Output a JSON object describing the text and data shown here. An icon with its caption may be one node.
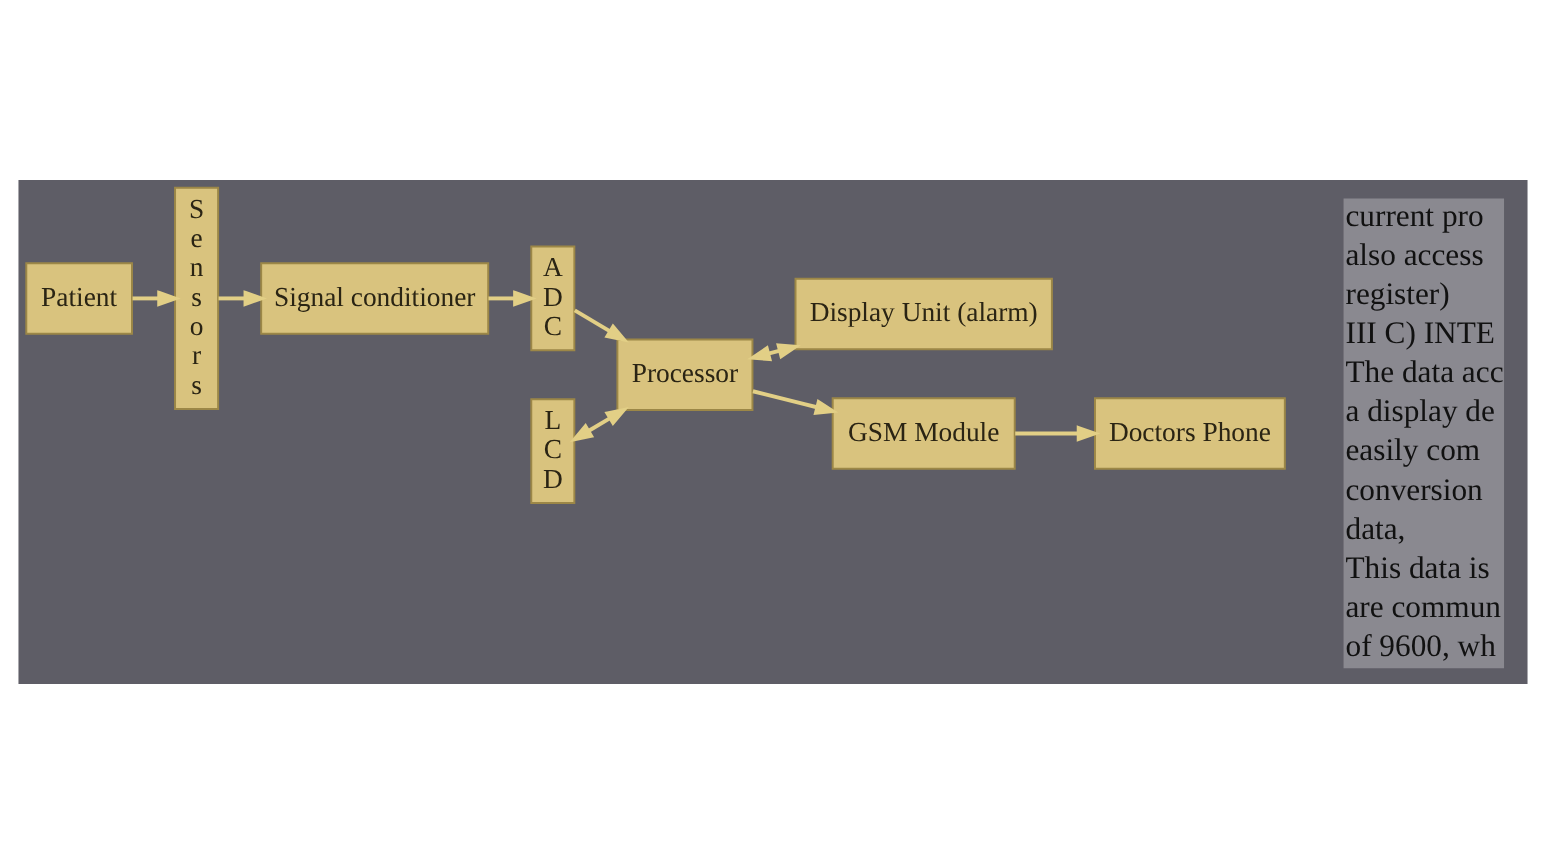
{
  "diagram": {
    "nodes": [
      {
        "text": [
          "Patient"
        ]
      },
      {
        "text": [
          "Sensors"
        ]
      },
      {
        "text": [
          "Signal conditioner"
        ]
      },
      {
        "text": [
          "ADC"
        ]
      },
      {
        "text": [
          "Processor"
        ]
      },
      {
        "text": [
          "LCD"
        ]
      },
      {
        "text": [
          "Display Unit (alarm)"
        ]
      },
      {
        "text": [
          "GSM Module"
        ]
      },
      {
        "text": [
          "Doctors Phone"
        ]
      }
    ],
    "edges": [
      {
        "from": 0,
        "to": 1,
        "arrow": "to"
      },
      {
        "from": 1,
        "to": 2,
        "arrow": "to"
      },
      {
        "from": 2,
        "to": 3,
        "arrow": "to"
      },
      {
        "from": 3,
        "to": 4,
        "arrow": "to"
      },
      {
        "from": 5,
        "to": 4,
        "arrow": "both"
      },
      {
        "from": 4,
        "to": 6,
        "arrow": "both"
      },
      {
        "from": 4,
        "to": 7,
        "arrow": "to"
      },
      {
        "from": 7,
        "to": 8,
        "arrow": "to"
      }
    ],
    "labels": [
      "current pro",
      "also access",
      "register)",
      "III C) INTE",
      "The data acc",
      "a display de",
      "easily com",
      "conversion",
      "data,",
      "This data is",
      "are commun",
      "of 9600, wh"
    ]
  }
}
